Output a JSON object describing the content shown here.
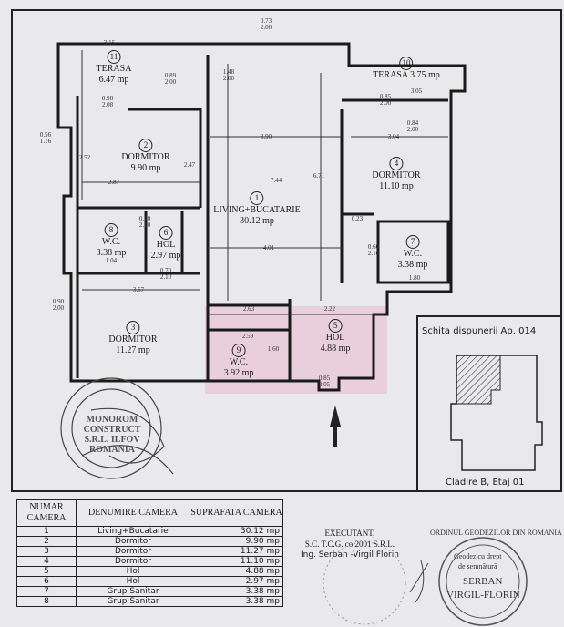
{
  "rooms": [
    {
      "num": "11",
      "name": "TERASA",
      "area": "6.47 mp"
    },
    {
      "num": "10",
      "name": "TERASA",
      "area": "3.75 mp"
    },
    {
      "num": "2",
      "name": "DORMITOR",
      "area": "9.90 mp"
    },
    {
      "num": "4",
      "name": "DORMITOR",
      "area": "11.10 mp"
    },
    {
      "num": "1",
      "name": "LIVING+BUCATARIE",
      "area": "30.12 mp"
    },
    {
      "num": "8",
      "name": "W.C.",
      "area": "3.38 mp"
    },
    {
      "num": "6",
      "name": "HOL",
      "area": "2.97 mp"
    },
    {
      "num": "7",
      "name": "W.C.",
      "area": "3.38 mp"
    },
    {
      "num": "3",
      "name": "DORMITOR",
      "area": "11.27 mp"
    },
    {
      "num": "5",
      "name": "HOL",
      "area": "4.88 mp"
    },
    {
      "num": "9",
      "name": "W.C.",
      "area": "3.92 mp"
    }
  ],
  "dimensions": [
    "3.15",
    "0.73",
    "2.00",
    "0.89",
    "2.00",
    "1.48",
    "2.00",
    "0.98",
    "2.08",
    "0.85",
    "2.00",
    "0.84",
    "2.00",
    "3.05",
    "3.90",
    "3.04",
    "2.52",
    "2.47",
    "2.87",
    "7.44",
    "6.71",
    "0.23",
    "0.60",
    "2.10",
    "0.60",
    "2.10",
    "1.04",
    "4.01",
    "0.70",
    "2.10",
    "1.80",
    "3.67",
    "2.63",
    "2.22",
    "2.59",
    "1.60",
    "0.85",
    "2.05",
    "0.90",
    "2.00",
    "0.56",
    "1.16"
  ],
  "sketch": {
    "title": "Schita dispunerii Ap. 014",
    "caption": "Cladire B, Etaj 01"
  },
  "table": {
    "headers": [
      "NUMAR CAMERA",
      "DENUMIRE CAMERA",
      "SUPRAFATA CAMERA"
    ],
    "rows": [
      [
        "1",
        "Living+Bucatarie",
        "30.12  mp"
      ],
      [
        "2",
        "Dormitor",
        "9.90  mp"
      ],
      [
        "3",
        "Dormitor",
        "11.27  mp"
      ],
      [
        "4",
        "Dormitor",
        "11.10  mp"
      ],
      [
        "5",
        "Hol",
        "4.88  mp"
      ],
      [
        "6",
        "Hol",
        "2.97  mp"
      ],
      [
        "7",
        "Grup Sanitar",
        "3.38  mp"
      ],
      [
        "8",
        "Grup Sanitar",
        "3.38  mp"
      ]
    ]
  },
  "executant": {
    "title": "EXECUTANT,",
    "company": "S.C. T.C.G. co 2001 S.R.L.",
    "engineer": "Ing.  Serban -Virgil Florin"
  },
  "stamps": {
    "company": "MONOROM CONSTRUCT S.R.L. ILFOV ROMANIA",
    "geodez_ring": "ORDINUL GEODEZILOR DIN ROMANIA",
    "geodez_line1": "Geodez cu drept",
    "geodez_line2": "de semnătură",
    "geodez_name1": "SERBAN",
    "geodez_name2": "VIRGIL-FLORIN"
  }
}
